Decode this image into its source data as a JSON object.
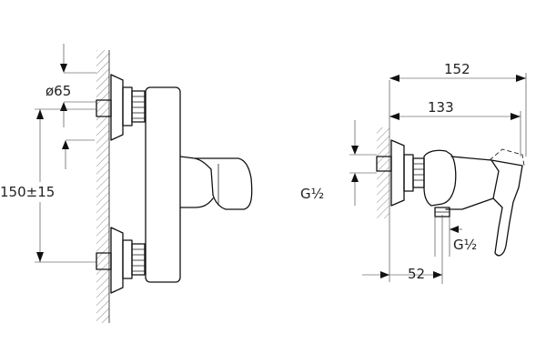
{
  "front_view": {
    "diameter_label": "ø65",
    "spacing_label": "150±15"
  },
  "side_view": {
    "overall_length_label": "152",
    "body_length_label": "133",
    "inlet_thread_label": "G½",
    "outlet_thread_label": "G½",
    "wall_offset_label": "52"
  }
}
